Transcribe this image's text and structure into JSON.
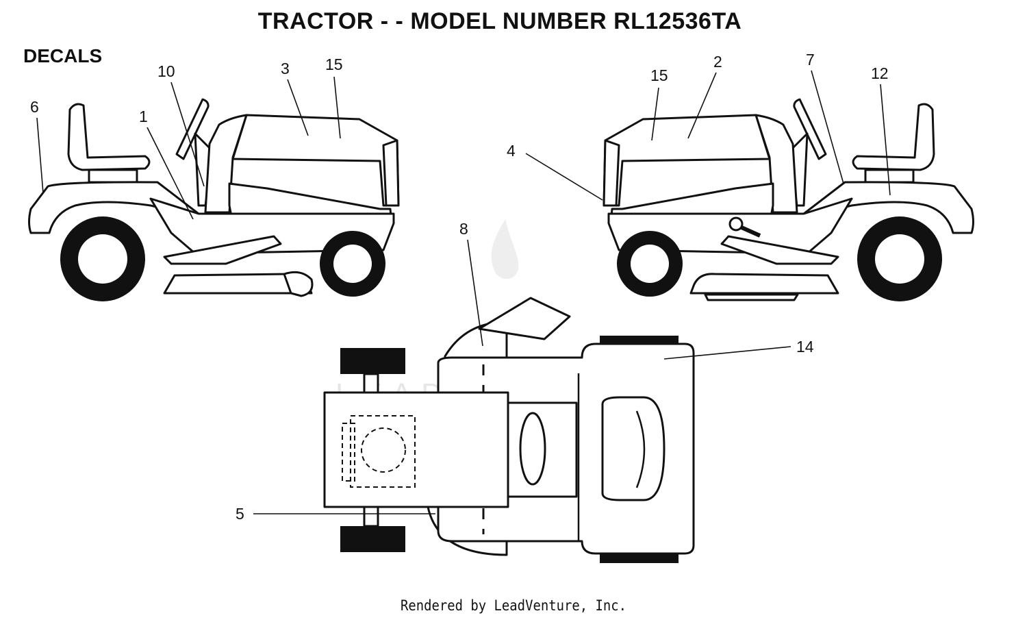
{
  "title": "TRACTOR - - MODEL NUMBER RL12536TA",
  "section_label": "DECALS",
  "watermark": "LEADVENTURE",
  "footer": "Rendered by LeadVenture, Inc.",
  "callouts": {
    "c1": "1",
    "c2": "2",
    "c3": "3",
    "c4": "4",
    "c5": "5",
    "c6": "6",
    "c7": "7",
    "c8": "8",
    "c10": "10",
    "c12": "12",
    "c14": "14",
    "c15a": "15",
    "c15b": "15"
  },
  "colors": {
    "line": "#111111",
    "background": "#ffffff",
    "watermark": "#e6e6e6"
  }
}
